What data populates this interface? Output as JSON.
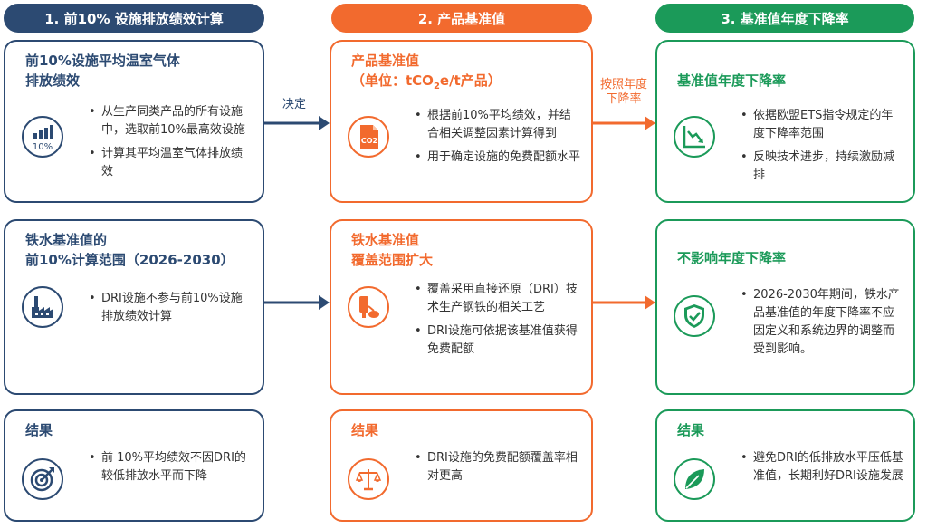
{
  "headers": {
    "col1": "1. 前10% 设施排放绩效计算",
    "col2": "2. 产品基准值",
    "col3": "3. 基准值年度下降率"
  },
  "arrows": {
    "decide": "决定",
    "annual_rate": "按照年度\n下降率"
  },
  "col1": {
    "card1": {
      "title": "前10%设施平均温室气体\n排放绩效",
      "icon_text": "10%",
      "bullets": [
        "从生产同类产品的所有设施中，选取前10%最高效设施",
        "计算其平均温室气体排放绩效"
      ]
    },
    "card2": {
      "title": "铁水基准值的\n前10%计算范围（2026-2030）",
      "bullets": [
        "DRI设施不参与前10%设施排放绩效计算"
      ]
    },
    "card3": {
      "title": "结果",
      "bullets": [
        "前 10%平均绩效不因DRI的较低排放水平而下降"
      ]
    }
  },
  "col2": {
    "card1": {
      "title": "产品基准值",
      "unit_prefix": "（单位：tCO",
      "unit_sub": "2",
      "unit_suffix": "e/t产品）",
      "icon_text": "CO2",
      "bullets": [
        "根据前10%平均绩效，并结合相关调整因素计算得到",
        "用于确定设施的免费配额水平"
      ]
    },
    "card2": {
      "title": "铁水基准值\n覆盖范围扩大",
      "bullets": [
        "覆盖采用直接还原（DRI）技术生产钢铁的相关工艺",
        "DRI设施可依据该基准值获得免费配额"
      ]
    },
    "card3": {
      "title": "结果",
      "bullets": [
        "DRI设施的免费配额覆盖率相对更高"
      ]
    }
  },
  "col3": {
    "card1": {
      "title": "基准值年度下降率",
      "bullets": [
        "依据欧盟ETS指令规定的年度下降率范围",
        "反映技术进步，持续激励减排"
      ]
    },
    "card2": {
      "title": "不影响年度下降率",
      "bullets": [
        "2026-2030年期间，铁水产品基准值的年度下降率不应因定义和系统边界的调整而受到影响。"
      ]
    },
    "card3": {
      "title": "结果",
      "bullets": [
        "避免DRI的低排放水平压低基准值，长期利好DRI设施发展"
      ]
    }
  },
  "colors": {
    "blue": "#2c4a72",
    "orange": "#f26a2e",
    "green": "#1b9a59"
  },
  "icons": {
    "col1": [
      "bar-chart-icon",
      "factory-icon",
      "target-icon"
    ],
    "col2": [
      "co2-document-icon",
      "dri-furnace-icon",
      "scales-icon"
    ],
    "col3": [
      "declining-chart-icon",
      "shield-check-icon",
      "leaf-icon"
    ]
  }
}
